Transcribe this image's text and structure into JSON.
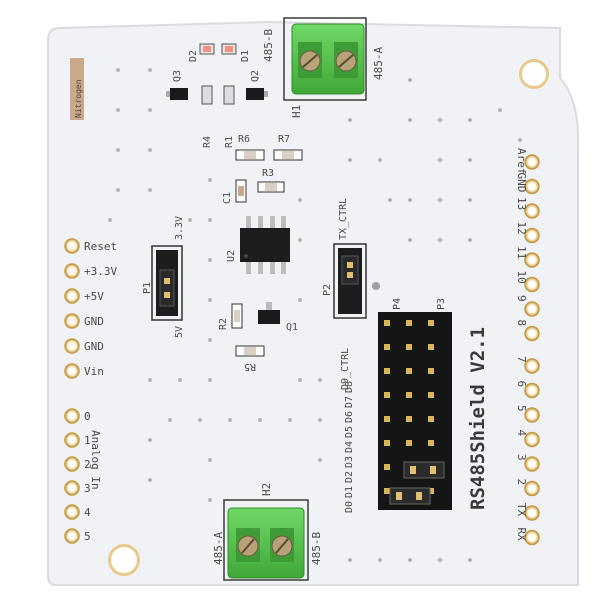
{
  "board": {
    "title": "RS485Shield V2.1",
    "pcb_color": "#f2f3f7",
    "terminal_color": "#4fbf45"
  },
  "terminals": {
    "top_ref": "H1",
    "top_label_left": "485-B",
    "top_label_right": "485-A",
    "bottom_ref": "H2",
    "bottom_label_left": "485-A",
    "bottom_label_right": "485-B"
  },
  "left_header": [
    "Reset",
    "+3.3V",
    "+5V",
    "GND",
    "GND",
    "Vin"
  ],
  "analog_header": [
    "0",
    "1",
    "2",
    "3",
    "4",
    "5"
  ],
  "analog_label": "Analog In",
  "right_header_upper": [
    "Aref",
    "GND",
    "13",
    "12",
    "11",
    "10",
    "9",
    "8"
  ],
  "right_header_lower": [
    "7",
    "6",
    "5",
    "4",
    "3",
    "2",
    "TX",
    "RX"
  ],
  "signal_labels": [
    "D9_CTRL",
    "D8",
    "D7",
    "D6",
    "D5",
    "D4",
    "D3",
    "D2",
    "D1",
    "D0"
  ],
  "components": {
    "leds": [
      "D2",
      "D1"
    ],
    "transistors": [
      "Q3",
      "Q2",
      "Q1"
    ],
    "resistors": [
      "R4",
      "R1",
      "R6",
      "R7",
      "R3",
      "R2",
      "R5"
    ],
    "cap": "C1",
    "ic": "U2",
    "jumpers": [
      "P1",
      "P2",
      "P3",
      "P4"
    ],
    "p1_top": "3.3V",
    "p1_bottom": "5V",
    "p2_label": "TX_CTRL"
  },
  "logo_text": "Nitrogen"
}
